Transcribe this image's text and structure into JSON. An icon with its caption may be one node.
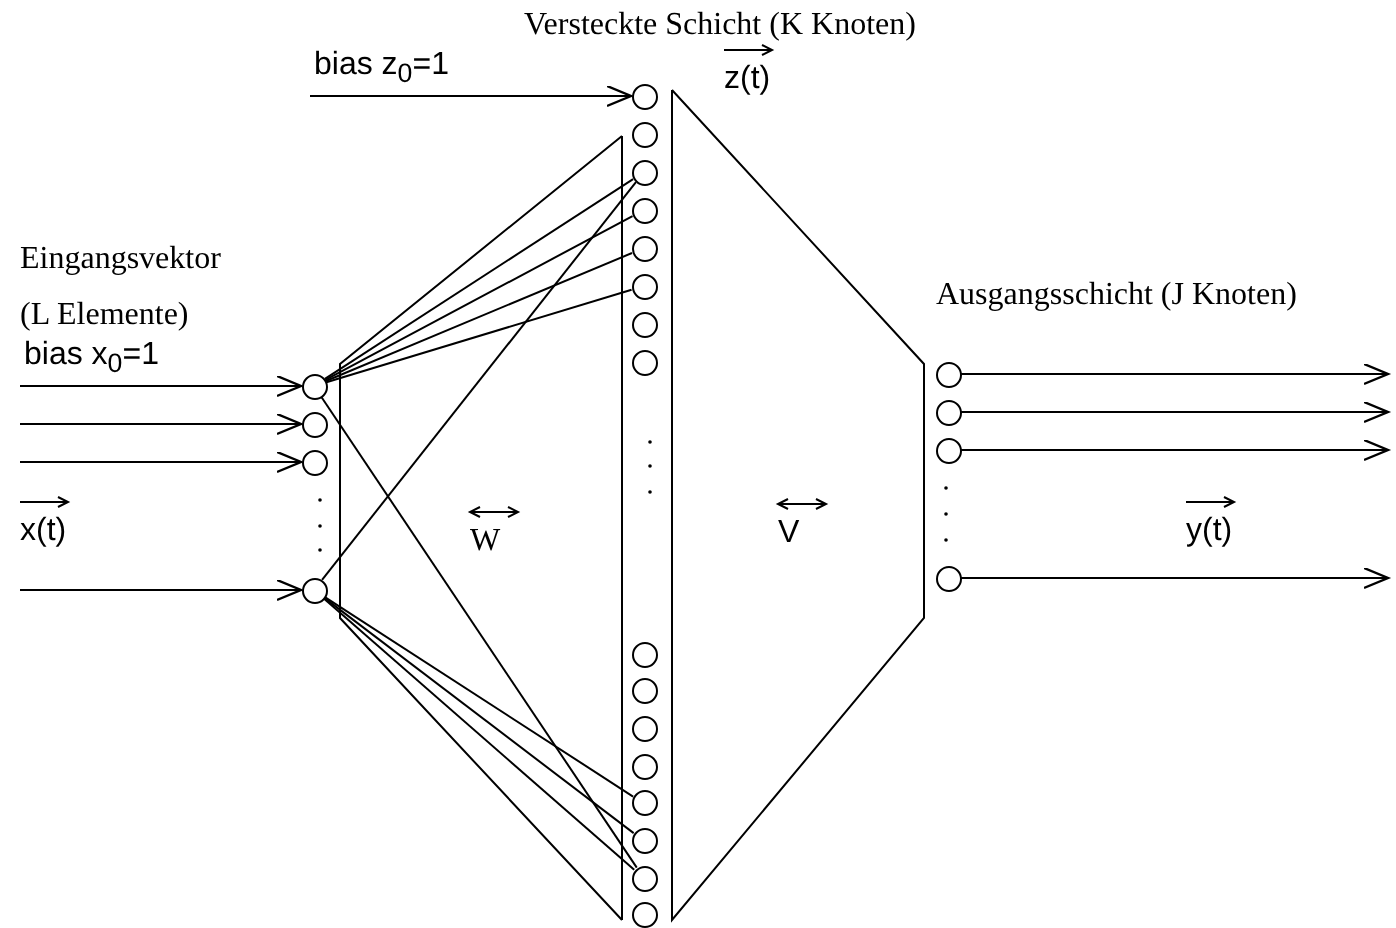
{
  "diagram": {
    "nodes": [
      {
        "text": [],
        "shape": "circle"
      },
      {
        "text": [],
        "shape": "circle"
      },
      {
        "text": [],
        "shape": "circle"
      },
      {
        "text": [],
        "shape": "circle"
      },
      {
        "text": [],
        "shape": "circle"
      },
      {
        "text": [],
        "shape": "circle"
      },
      {
        "text": [],
        "shape": "circle"
      },
      {
        "text": [],
        "shape": "circle"
      },
      {
        "text": [],
        "shape": "circle"
      },
      {
        "text": [],
        "shape": "circle"
      },
      {
        "text": [],
        "shape": "circle"
      },
      {
        "text": [],
        "shape": "circle"
      },
      {
        "text": [],
        "shape": "circle"
      },
      {
        "text": [],
        "shape": "circle"
      },
      {
        "text": [],
        "shape": "circle"
      },
      {
        "text": [],
        "shape": "circle"
      },
      {
        "text": [],
        "shape": "circle"
      },
      {
        "text": [],
        "shape": "circle"
      },
      {
        "text": [],
        "shape": "circle"
      },
      {
        "text": [],
        "shape": "circle"
      },
      {
        "text": [],
        "shape": "circle"
      },
      {
        "text": [],
        "shape": "circle"
      },
      {
        "text": [],
        "shape": "circle"
      },
      {
        "text": [],
        "shape": "circle"
      }
    ],
    "edges": [
      {
        "from": null,
        "to": 0,
        "arrow": "to",
        "label": "bias x$_{0}$=1"
      },
      {
        "from": null,
        "to": 1,
        "arrow": "to"
      },
      {
        "from": null,
        "to": 2,
        "arrow": "to"
      },
      {
        "from": null,
        "to": 3,
        "arrow": "to"
      },
      {
        "from": null,
        "to": 4,
        "arrow": "to",
        "label": "bias z$_{0}$=1"
      },
      {
        "from": 0,
        "to": 6,
        "arrow": "none"
      },
      {
        "from": 0,
        "to": 7,
        "arrow": "none"
      },
      {
        "from": 0,
        "to": 8,
        "arrow": "none"
      },
      {
        "from": 0,
        "to": 9,
        "arrow": "none"
      },
      {
        "from": 0,
        "to": 18,
        "arrow": "none"
      },
      {
        "from": 3,
        "to": 6,
        "arrow": "none"
      },
      {
        "from": 3,
        "to": 16,
        "arrow": "none"
      },
      {
        "from": 3,
        "to": 17,
        "arrow": "none"
      },
      {
        "from": 3,
        "to": 18,
        "arrow": "none"
      },
      {
        "from": 20,
        "to": null,
        "arrow": "to"
      },
      {
        "from": 21,
        "to": null,
        "arrow": "to"
      },
      {
        "from": 22,
        "to": null,
        "arrow": "to"
      },
      {
        "from": 23,
        "to": null,
        "arrow": "to"
      }
    ],
    "labels": [
      "Versteckte Schicht (K Knoten)",
      "z(t)",
      "Eingangsvektor (L Elemente)",
      "Ausgangsschicht (J Knoten)",
      "W",
      "V",
      "x(t)",
      "y(t)"
    ]
  }
}
